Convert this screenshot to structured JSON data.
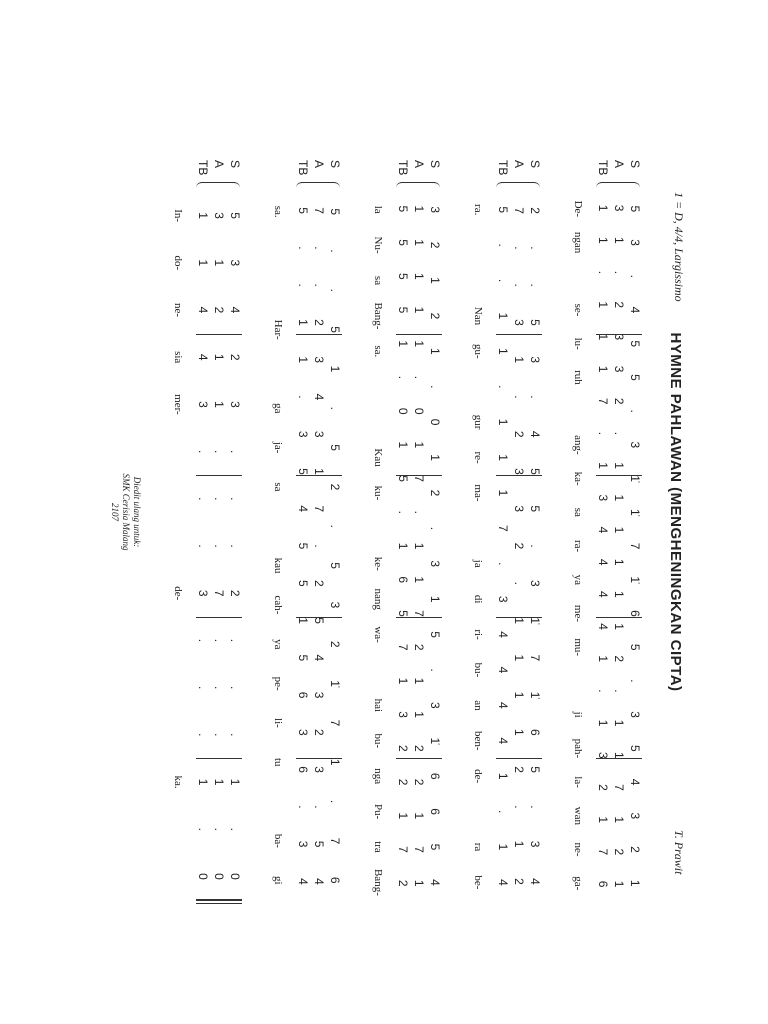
{
  "header": {
    "title": "HYMNE PAHLAWAN (MENGHENINGKAN CIPTA)",
    "key": "1 = D, 4/4, Largissimo",
    "composer": "T. Prawit"
  },
  "footer": [
    "Diedit ulang untuk:",
    "SMK Cerisia Malang",
    "2107"
  ],
  "systems": [
    {
      "voices": [
        {
          "label": "S",
          "notes": [
            "5",
            "3",
            ".",
            "4",
            "5",
            "5",
            ".",
            "3",
            "1̇",
            "1̇",
            "7",
            "1̇",
            "6",
            "5",
            ".",
            "3",
            "5",
            "4",
            "3",
            "2",
            "1"
          ]
        },
        {
          "label": "A",
          "notes": [
            "3",
            "1",
            ".",
            "2",
            "3",
            "3",
            "2",
            ".",
            "1",
            "1",
            "1",
            "1",
            "1",
            "1",
            "2",
            ".",
            "1",
            "1",
            "7",
            "1",
            "2",
            "1"
          ]
        },
        {
          "label": "TB",
          "notes": [
            "1",
            "1",
            ".",
            "1",
            "1",
            "1",
            "7",
            ".",
            "1",
            "3",
            "4",
            "4",
            "4",
            "4",
            "1",
            ".",
            "1",
            "3",
            "2",
            "1",
            "7",
            "6"
          ]
        }
      ],
      "lyrics": [
        "De-",
        "ngan",
        "",
        "se-",
        "lu-",
        "ruh",
        "",
        "ang-",
        "ka-",
        "sa",
        "ra-",
        "ya",
        "me-",
        "mu-",
        "",
        "ji",
        "pah-",
        "la-",
        "wan",
        "ne-",
        "ga-"
      ]
    },
    {
      "voices": [
        {
          "label": "S",
          "notes": [
            "2",
            ".",
            ".",
            "5",
            "3",
            ".",
            "4",
            "5",
            "5",
            ".",
            "3",
            "1̇",
            "7",
            "1̇",
            "6",
            "5",
            ".",
            "3",
            "4"
          ]
        },
        {
          "label": "A",
          "notes": [
            "7",
            ".",
            ".",
            "3",
            "1",
            ".",
            "2",
            "3",
            "3",
            "2",
            ".",
            "1",
            "1",
            "1",
            "1",
            "2",
            ".",
            "1",
            "2"
          ]
        },
        {
          "label": "TB",
          "notes": [
            "5",
            ".",
            ".",
            "1",
            "1",
            ".",
            "1",
            "1",
            "1",
            "7",
            ".",
            "3",
            "4",
            "4",
            "4",
            "4",
            "1",
            ".",
            "1",
            "4"
          ]
        }
      ],
      "lyrics": [
        "ra.",
        "",
        "",
        "Nan",
        "gu-",
        "",
        "gur",
        "re-",
        "ma-",
        "",
        "ja",
        "di",
        "ri-",
        "bu-",
        "an",
        "ben-",
        "de-",
        "",
        "ra",
        "be-"
      ]
    },
    {
      "voices": [
        {
          "label": "S",
          "notes": [
            "3",
            "2",
            "1",
            "2",
            "1",
            ".",
            "0",
            "1",
            "2",
            ".",
            "3",
            "1",
            "5",
            ".",
            "3",
            "1̇",
            "6",
            "6",
            "5",
            "4"
          ]
        },
        {
          "label": "A",
          "notes": [
            "1",
            "1",
            "1",
            "1",
            "1",
            ".",
            "0",
            "1",
            "7",
            ".",
            "1",
            "1",
            "7",
            "2",
            "1",
            "1",
            "2",
            "2",
            "1",
            "7",
            "1"
          ]
        },
        {
          "label": "TB",
          "notes": [
            "5",
            "5",
            "5",
            "5",
            "1",
            ".",
            "0",
            "1",
            "5",
            ".",
            "1",
            "6",
            "5",
            "7",
            "1",
            "3",
            "2",
            "2",
            "1",
            "7",
            "2"
          ]
        }
      ],
      "lyrics": [
        "la",
        "Nu-",
        "sa",
        "Bang-",
        "sa.",
        "",
        "",
        "Kau",
        "ku-",
        "",
        "ke-",
        "nang",
        "wa-",
        "",
        "hai",
        "bu-",
        "nga",
        "Pu-",
        "tra",
        "Bang-"
      ]
    },
    {
      "voices": [
        {
          "label": "S",
          "notes": [
            "5",
            ".",
            ".",
            "5",
            "1",
            ".",
            "5",
            "2",
            ".",
            "5",
            "3",
            "2",
            "1̇",
            "7",
            "1",
            ".",
            "7",
            "6"
          ]
        },
        {
          "label": "A",
          "notes": [
            "7",
            ".",
            ".",
            "2",
            "3",
            "4",
            "3",
            "1",
            "7",
            ".",
            "2",
            "5",
            "4",
            "3",
            "2",
            "3",
            ".",
            "5",
            "4"
          ]
        },
        {
          "label": "TB",
          "notes": [
            "5",
            ".",
            ".",
            "1",
            "1",
            ".",
            "3",
            "5",
            "4",
            "5",
            "5",
            "1",
            "5",
            "6",
            "3",
            "6",
            ".",
            "3",
            "4"
          ]
        }
      ],
      "lyrics": [
        "sa.",
        "",
        "",
        "Har-",
        "",
        "ga",
        "ja-",
        "sa",
        "",
        "kau",
        "cah-",
        "ya",
        "pe-",
        "li-",
        "tu",
        "",
        "ba-",
        "gi"
      ]
    },
    {
      "voices": [
        {
          "label": "S",
          "notes": [
            "5",
            "3",
            "4",
            "2",
            "3",
            ".",
            ".",
            ".",
            "2",
            ".",
            ".",
            ".",
            "1",
            ".",
            "0"
          ]
        },
        {
          "label": "A",
          "notes": [
            "3",
            "1",
            "2",
            "1",
            "1",
            ".",
            ".",
            ".",
            "7",
            ".",
            ".",
            ".",
            "1",
            ".",
            "0"
          ]
        },
        {
          "label": "TB",
          "notes": [
            "1",
            "1",
            "4",
            "4",
            "3",
            ".",
            ".",
            ".",
            "3",
            ".",
            ".",
            ".",
            "1",
            ".",
            "0"
          ]
        }
      ],
      "lyrics": [
        "In-",
        "do-",
        "ne-",
        "sia",
        "mer-",
        "",
        "",
        "",
        "de-",
        "",
        "",
        "",
        "ka.",
        "",
        ""
      ]
    }
  ]
}
